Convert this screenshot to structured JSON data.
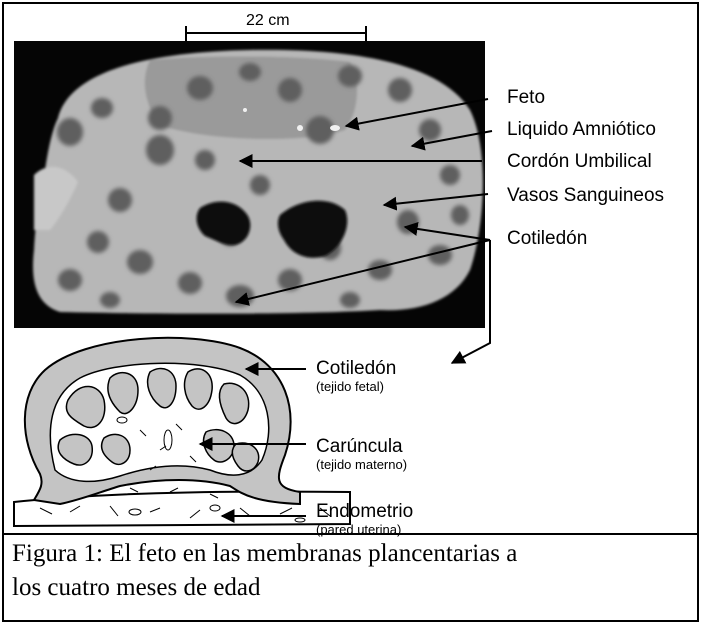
{
  "scale_bar": {
    "label": "22 cm"
  },
  "photo_labels": {
    "feto": "Feto",
    "liquido": "Liquido Amniótico",
    "cordon": "Cordón Umbilical",
    "vasos": "Vasos Sanguineos",
    "cotiledon": "Cotiledón"
  },
  "diagram_labels": {
    "cotiledon": {
      "title": "Cotiledón",
      "subtitle": "(tejido fetal)"
    },
    "caruncula": {
      "title": "Carúncula",
      "subtitle": "(tejido materno)"
    },
    "endometrio": {
      "title": "Endometrio",
      "subtitle": "(pared uterina)"
    }
  },
  "caption": {
    "line1": "Figura 1:  El feto en las membranas plancentarias a",
    "line2": "los cuatro meses de edad"
  }
}
